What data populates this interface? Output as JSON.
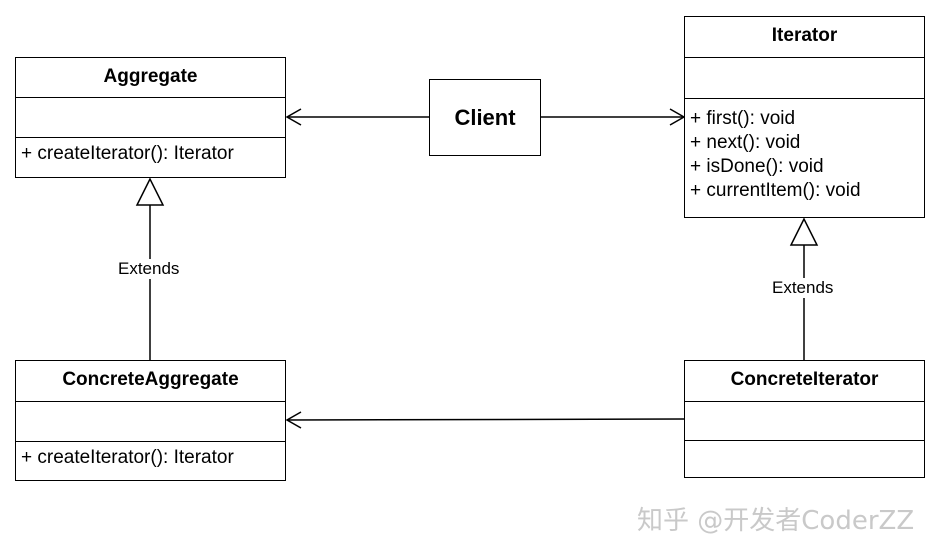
{
  "classes": {
    "aggregate": {
      "name": "Aggregate",
      "operations": [
        "+ createIterator(): Iterator"
      ]
    },
    "concrete_aggregate": {
      "name": "ConcreteAggregate",
      "operations": [
        "+ createIterator(): Iterator"
      ]
    },
    "iterator": {
      "name": "Iterator",
      "operations": [
        "+ first(): void",
        "+ next(): void",
        "+ isDone(): void",
        "+ currentItem(): void"
      ]
    },
    "concrete_iterator": {
      "name": "ConcreteIterator",
      "operations": []
    }
  },
  "client": {
    "label": "Client"
  },
  "relations": {
    "extends_left": "Extends",
    "extends_right": "Extends"
  },
  "watermark": "知乎 @开发者CoderZZ"
}
